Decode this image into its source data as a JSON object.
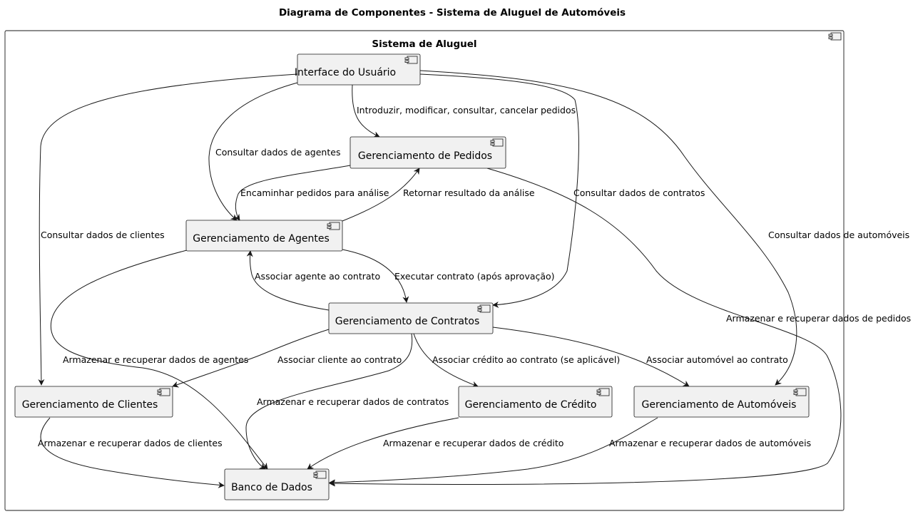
{
  "title": "Diagrama de Componentes - Sistema de Aluguel de Automóveis",
  "system": {
    "name": "Sistema de Aluguel"
  },
  "components": {
    "ui": "Interface do Usuário",
    "pedidos": "Gerenciamento de Pedidos",
    "agentes": "Gerenciamento de Agentes",
    "contratos": "Gerenciamento de Contratos",
    "clientes": "Gerenciamento de Clientes",
    "credito": "Gerenciamento de Crédito",
    "automoveis": "Gerenciamento de Automóveis",
    "banco": "Banco de Dados"
  },
  "edges": {
    "ui_pedidos": "Introduzir, modificar, consultar, cancelar pedidos",
    "ui_agentes": "Consultar dados de agentes",
    "ui_clientes": "Consultar dados de clientes",
    "ui_contratos": "Consultar dados de contratos",
    "ui_automoveis": "Consultar dados de automóveis",
    "pedidos_agentes": "Encaminhar pedidos para análise",
    "agentes_pedidos": "Retornar resultado da análise",
    "pedidos_banco": "Armazenar e recuperar dados de pedidos",
    "agentes_contratos": "Executar contrato (após aprovação)",
    "contratos_agentes": "Associar agente ao contrato",
    "agentes_banco": "Armazenar e recuperar dados de agentes",
    "contratos_clientes": "Associar cliente ao contrato",
    "contratos_credito": "Associar crédito ao contrato (se aplicável)",
    "contratos_automoveis": "Associar automóvel ao contrato",
    "contratos_banco": "Armazenar e recuperar dados de contratos",
    "clientes_banco": "Armazenar e recuperar dados de clientes",
    "credito_banco": "Armazenar e recuperar dados de crédito",
    "automoveis_banco": "Armazenar e recuperar dados de automóveis"
  }
}
